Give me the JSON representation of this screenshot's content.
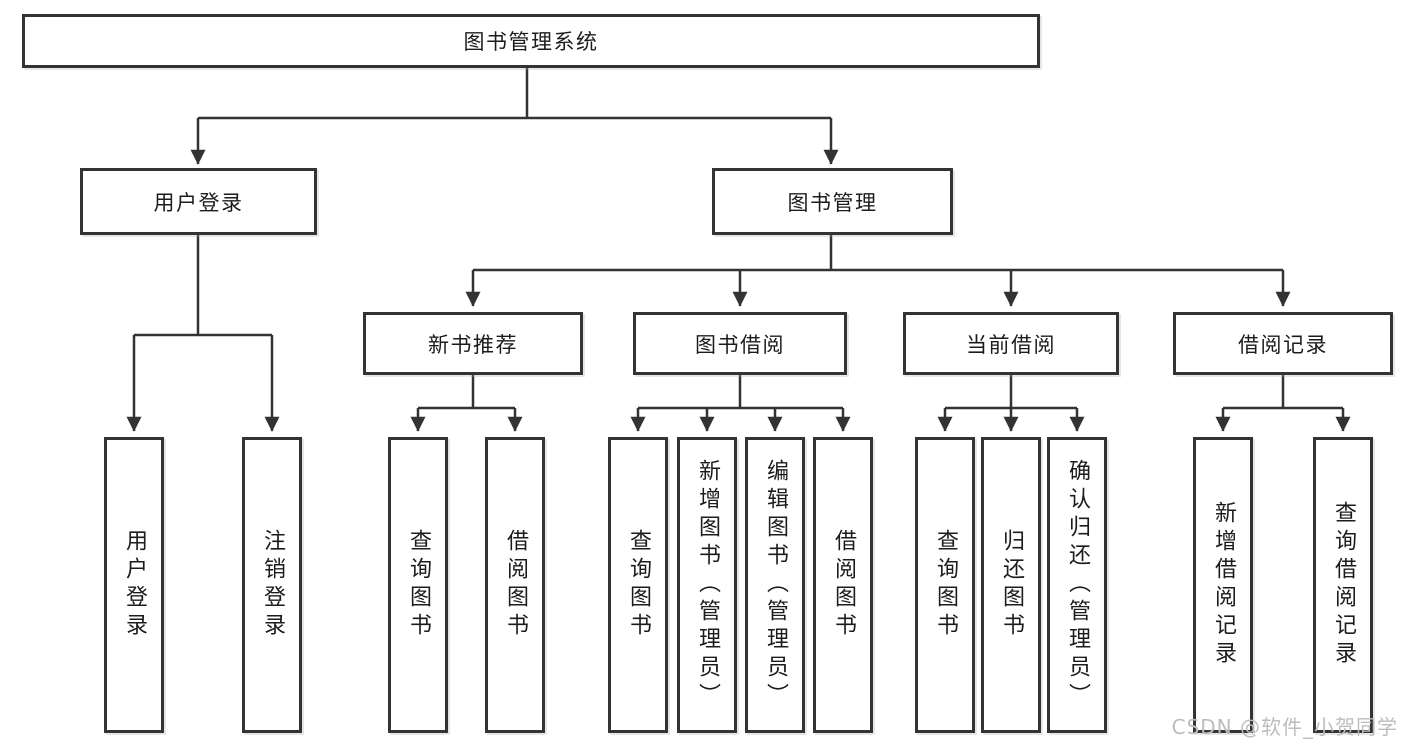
{
  "diagram": {
    "title": "图书管理系统",
    "type": "hierarchy-tree",
    "colors": {
      "background": "#ffffff",
      "line": "#333333",
      "box_border": "#333333",
      "text": "#1c1c1c",
      "watermark": "#bdbdbd"
    },
    "watermark": "CSDN @软件_小贺同学",
    "nodes": {
      "root": {
        "label": "图书管理系统"
      },
      "user_login": {
        "label": "用户登录"
      },
      "book_management": {
        "label": "图书管理"
      },
      "user_login_action": {
        "label": "用户登录"
      },
      "logout_action": {
        "label": "注销登录"
      },
      "new_book_recommend": {
        "label": "新书推荐"
      },
      "book_borrow": {
        "label": "图书借阅"
      },
      "current_borrow": {
        "label": "当前借阅"
      },
      "borrow_records": {
        "label": "借阅记录"
      },
      "nbr_query_book": {
        "label": "查询图书"
      },
      "nbr_borrow_book": {
        "label": "借阅图书"
      },
      "bb_query_book": {
        "label": "查询图书"
      },
      "bb_add_book": {
        "label": "新增图书（管理员）"
      },
      "bb_edit_book": {
        "label": "编辑图书（管理员）"
      },
      "bb_borrow_book": {
        "label": "借阅图书"
      },
      "cb_query_book": {
        "label": "查询图书"
      },
      "cb_return_book": {
        "label": "归还图书"
      },
      "cb_confirm_return": {
        "label": "确认归还（管理员）"
      },
      "br_add_record": {
        "label": "新增借阅记录"
      },
      "br_query_record": {
        "label": "查询借阅记录"
      }
    },
    "hierarchy": {
      "图书管理系统": {
        "用户登录": [
          "用户登录",
          "注销登录"
        ],
        "图书管理": {
          "新书推荐": [
            "查询图书",
            "借阅图书"
          ],
          "图书借阅": [
            "查询图书",
            "新增图书（管理员）",
            "编辑图书（管理员）",
            "借阅图书"
          ],
          "当前借阅": [
            "查询图书",
            "归还图书",
            "确认归还（管理员）"
          ],
          "借阅记录": [
            "新增借阅记录",
            "查询借阅记录"
          ]
        }
      }
    }
  }
}
